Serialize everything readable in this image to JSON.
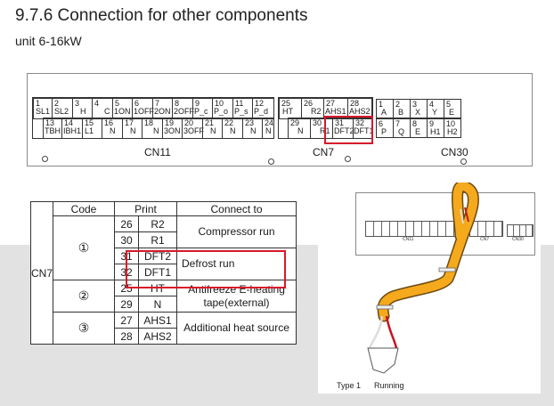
{
  "heading": "9.7.6 Connection for other components",
  "unit": "unit 6-16kW",
  "board": {
    "cn11_top": [
      {
        "n": "1",
        "l": "SL1"
      },
      {
        "n": "2",
        "l": "SL2"
      },
      {
        "n": "3",
        "l": "H"
      },
      {
        "n": "4",
        "l": "C"
      },
      {
        "n": "5",
        "l": "1ON"
      },
      {
        "n": "6",
        "l": "1OFF"
      },
      {
        "n": "7",
        "l": "2ON"
      },
      {
        "n": "8",
        "l": "2OFF"
      },
      {
        "n": "9",
        "l": "P_c"
      },
      {
        "n": "10",
        "l": "P_o"
      },
      {
        "n": "11",
        "l": "P_s"
      },
      {
        "n": "12",
        "l": "P_d"
      }
    ],
    "cn11_bottom": [
      {
        "n": "13",
        "l": "TBH"
      },
      {
        "n": "14",
        "l": "IBH1"
      },
      {
        "n": "15",
        "l": "L1"
      },
      {
        "n": "16",
        "l": "N"
      },
      {
        "n": "17",
        "l": "N"
      },
      {
        "n": "18",
        "l": "N"
      },
      {
        "n": "19",
        "l": "3ON"
      },
      {
        "n": "20",
        "l": "3OFF"
      },
      {
        "n": "21",
        "l": "N"
      },
      {
        "n": "22",
        "l": "N"
      },
      {
        "n": "23",
        "l": "N"
      },
      {
        "n": "24",
        "l": "N"
      }
    ],
    "cn7_top": [
      {
        "n": "25",
        "l": "HT"
      },
      {
        "n": "26",
        "l": "R2"
      },
      {
        "n": "27",
        "l": "AHS1"
      },
      {
        "n": "28",
        "l": "AHS2"
      }
    ],
    "cn7_bottom": [
      {
        "n": "29",
        "l": "N"
      },
      {
        "n": "30",
        "l": "R1"
      },
      {
        "n": "31",
        "l": "DFT2"
      },
      {
        "n": "32",
        "l": "DFT1"
      }
    ],
    "cn30_top": [
      {
        "n": "1",
        "l": "A"
      },
      {
        "n": "2",
        "l": "B"
      },
      {
        "n": "3",
        "l": "X"
      },
      {
        "n": "4",
        "l": "Y"
      },
      {
        "n": "5",
        "l": "E"
      }
    ],
    "cn30_bottom": [
      {
        "n": "6",
        "l": "P"
      },
      {
        "n": "7",
        "l": "Q"
      },
      {
        "n": "8",
        "l": "E"
      },
      {
        "n": "9",
        "l": "H1"
      },
      {
        "n": "10",
        "l": "H2"
      }
    ],
    "labels": {
      "cn11": "CN11",
      "cn7": "CN7",
      "cn30": "CN30"
    }
  },
  "table": {
    "headers": {
      "code": "Code",
      "print": "Print",
      "connect": "Connect to"
    },
    "cn": "CN7",
    "groups": [
      {
        "code": "①",
        "rows": [
          {
            "num": "26",
            "print": "R2"
          },
          {
            "num": "30",
            "print": "R1"
          },
          {
            "num": "31",
            "print": "DFT2"
          },
          {
            "num": "32",
            "print": "DFT1"
          }
        ],
        "connect": [
          "Compressor run",
          "Defrost run"
        ]
      },
      {
        "code": "②",
        "rows": [
          {
            "num": "25",
            "print": "HT"
          },
          {
            "num": "29",
            "print": "N"
          }
        ],
        "connect": "Antifreeze E-heating tape(external)"
      },
      {
        "code": "③",
        "rows": [
          {
            "num": "27",
            "print": "AHS1"
          },
          {
            "num": "28",
            "print": "AHS2"
          }
        ],
        "connect": "Additional heat source"
      }
    ]
  },
  "illustration": {
    "mini": {
      "cn11": "CN11",
      "cn7": "CN7",
      "cn30": "CN30"
    },
    "type_label": "Type 1",
    "state_label": "Running"
  },
  "colors": {
    "highlight": "#d8192a",
    "cable": "#f5a91c",
    "wire_red": "#c8141e"
  }
}
